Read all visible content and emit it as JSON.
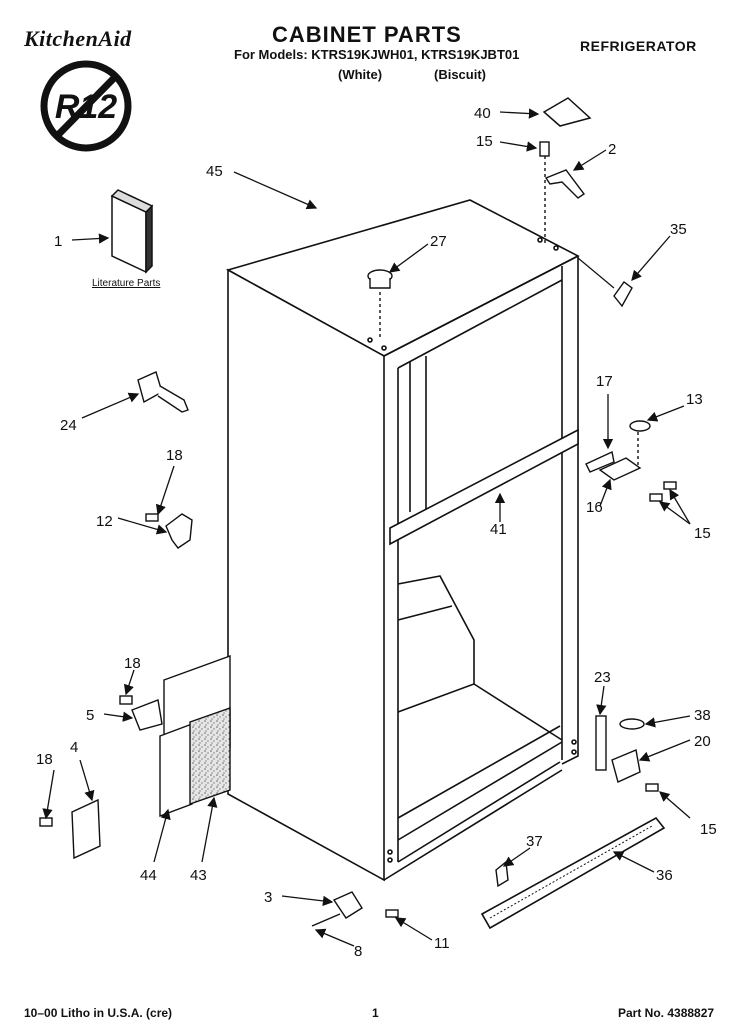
{
  "header": {
    "brand": "KitchenAid",
    "title": "CABINET PARTS",
    "models": "For Models: KTRS19KJWH01, KTRS19KJBT01",
    "variant_white": "(White)",
    "variant_biscuit": "(Biscuit)",
    "category": "REFRIGERATOR",
    "badge_text": "R12"
  },
  "diagram": {
    "literature_label": "Literature Parts",
    "callouts": [
      "45",
      "40",
      "15",
      "2",
      "35",
      "27",
      "1",
      "24",
      "18",
      "12",
      "17",
      "13",
      "16",
      "15",
      "41",
      "18",
      "5",
      "4",
      "18",
      "23",
      "38",
      "20",
      "15",
      "44",
      "43",
      "37",
      "36",
      "3",
      "8",
      "11"
    ]
  },
  "footer": {
    "left": "10–00 Litho in U.S.A. (cre)",
    "page": "1",
    "part_no": "Part No. 4388827"
  },
  "colors": {
    "ink": "#111111",
    "speckle": "#888888"
  }
}
